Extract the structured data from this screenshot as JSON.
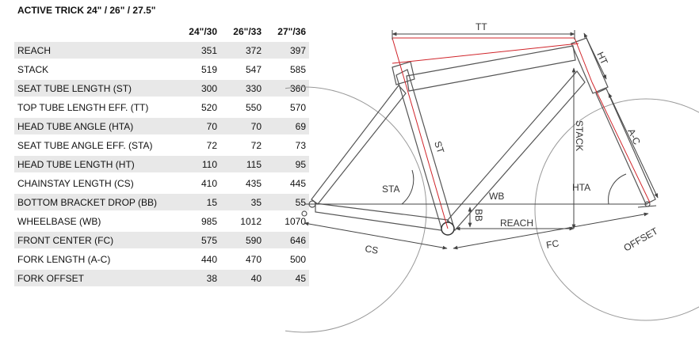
{
  "title": "ACTIVE TRICK 24\" / 26\" / 27.5\"",
  "columns": [
    "24\"/30",
    "26\"/33",
    "27\"/36"
  ],
  "rows": [
    {
      "label": "REACH",
      "values": [
        "351",
        "372",
        "397"
      ]
    },
    {
      "label": "STACK",
      "values": [
        "519",
        "547",
        "585"
      ]
    },
    {
      "label": "SEAT TUBE LENGTH (ST)",
      "values": [
        "300",
        "330",
        "360"
      ]
    },
    {
      "label": "TOP TUBE LENGTH EFF. (TT)",
      "values": [
        "520",
        "550",
        "570"
      ]
    },
    {
      "label": "HEAD TUBE ANGLE (HTA)",
      "values": [
        "70",
        "70",
        "69"
      ]
    },
    {
      "label": "SEAT TUBE ANGLE EFF. (STA)",
      "values": [
        "72",
        "72",
        "73"
      ]
    },
    {
      "label": "HEAD TUBE LENGTH (HT)",
      "values": [
        "110",
        "115",
        "95"
      ]
    },
    {
      "label": "CHAINSTAY LENGTH (CS)",
      "values": [
        "410",
        "435",
        "445"
      ]
    },
    {
      "label": "BOTTOM BRACKET DROP (BB)",
      "values": [
        "15",
        "35",
        "55"
      ]
    },
    {
      "label": "WHEELBASE (WB)",
      "values": [
        "985",
        "1012",
        "1070"
      ]
    },
    {
      "label": "FRONT CENTER (FC)",
      "values": [
        "575",
        "590",
        "646"
      ]
    },
    {
      "label": "FORK LENGTH (A-C)",
      "values": [
        "440",
        "470",
        "500"
      ]
    },
    {
      "label": "FORK OFFSET",
      "values": [
        "38",
        "40",
        "45"
      ]
    }
  ],
  "diagram_labels": {
    "tt": "TT",
    "ht": "HT",
    "st": "ST",
    "stack": "STACK",
    "ac": "A-C",
    "sta": "STA",
    "wb": "WB",
    "hta": "HTA",
    "bb": "BB",
    "reach": "REACH",
    "cs": "CS",
    "fc": "FC",
    "offset": "OFFSET"
  },
  "colors": {
    "frame": "#555555",
    "dimension": "#444444",
    "highlight": "#d0242a",
    "row_shade": "#e8e8e8"
  }
}
